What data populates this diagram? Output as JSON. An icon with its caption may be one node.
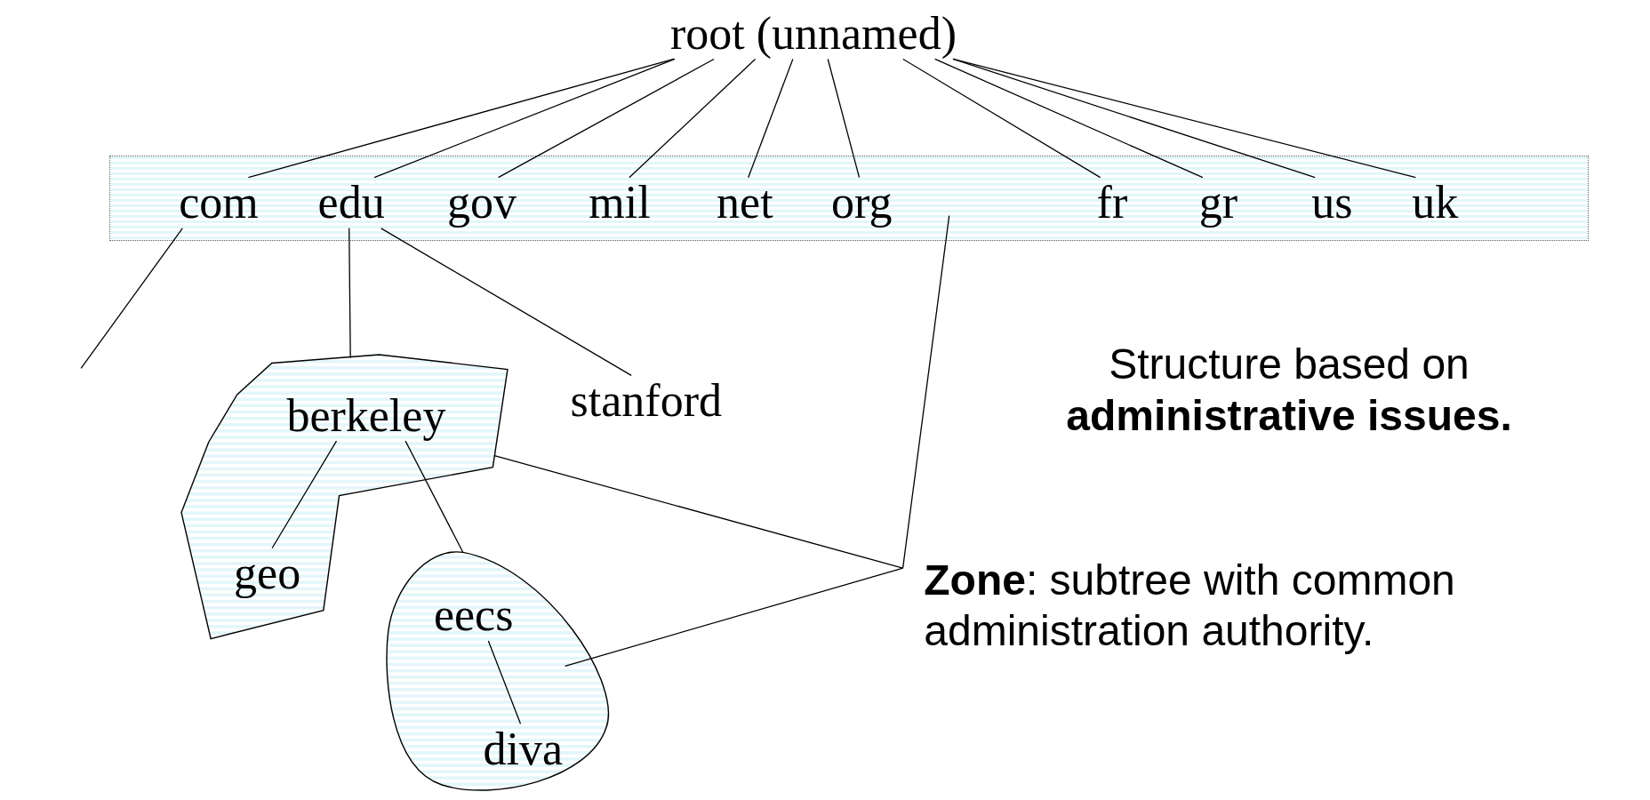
{
  "diagram": {
    "nodes": [
      {
        "text": [
          "root (unnamed)"
        ]
      },
      {
        "text": [],
        "shape": "box"
      },
      {
        "text": [
          "com"
        ],
        "in": 1
      },
      {
        "text": [
          "edu"
        ],
        "in": 1
      },
      {
        "text": [
          "gov"
        ],
        "in": 1
      },
      {
        "text": [
          "mil"
        ],
        "in": 1
      },
      {
        "text": [
          "net"
        ],
        "in": 1
      },
      {
        "text": [
          "org"
        ],
        "in": 1
      },
      {
        "text": [
          "fr"
        ],
        "in": 1
      },
      {
        "text": [
          "gr"
        ],
        "in": 1
      },
      {
        "text": [
          "us"
        ],
        "in": 1
      },
      {
        "text": [
          "uk"
        ],
        "in": 1
      },
      {
        "text": [],
        "shape": "polygon"
      },
      {
        "text": [
          "berkeley"
        ],
        "in": 12
      },
      {
        "text": [
          "geo"
        ],
        "in": 12
      },
      {
        "text": [],
        "shape": "blob"
      },
      {
        "text": [
          "eecs"
        ],
        "in": 15
      },
      {
        "text": [
          "diva"
        ],
        "in": 15
      },
      {
        "text": [
          "stanford"
        ]
      },
      {
        "text": [
          "**Zone**: subtree with common administration authority."
        ]
      }
    ],
    "edges": [
      {
        "from": 0,
        "to": 2,
        "arrow": "none"
      },
      {
        "from": 0,
        "to": 3,
        "arrow": "none"
      },
      {
        "from": 0,
        "to": 4,
        "arrow": "none"
      },
      {
        "from": 0,
        "to": 5,
        "arrow": "none"
      },
      {
        "from": 0,
        "to": 6,
        "arrow": "none"
      },
      {
        "from": 0,
        "to": 7,
        "arrow": "none"
      },
      {
        "from": 0,
        "to": 8,
        "arrow": "none"
      },
      {
        "from": 0,
        "to": 9,
        "arrow": "none"
      },
      {
        "from": 0,
        "to": 10,
        "arrow": "none"
      },
      {
        "from": 0,
        "to": 11,
        "arrow": "none"
      },
      {
        "from": 2,
        "to": null,
        "arrow": "none"
      },
      {
        "from": 3,
        "to": 12,
        "arrow": "none"
      },
      {
        "from": 3,
        "to": 18,
        "arrow": "none"
      },
      {
        "from": 13,
        "to": 14,
        "arrow": "none"
      },
      {
        "from": 13,
        "to": 15,
        "arrow": "none"
      },
      {
        "from": 16,
        "to": 17,
        "arrow": "none"
      },
      {
        "from": 19,
        "to": 1,
        "arrow": "none"
      },
      {
        "from": 19,
        "to": 12,
        "arrow": "none"
      },
      {
        "from": 19,
        "to": 15,
        "arrow": "none"
      }
    ],
    "labels": [
      "Structure based on **administrative issues.**"
    ]
  }
}
